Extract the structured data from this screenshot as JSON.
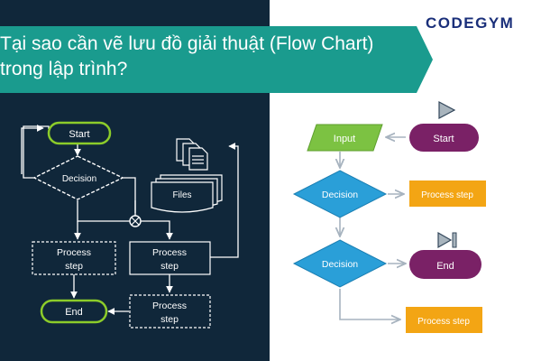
{
  "title": {
    "line1": "Tại sao cần vẽ lưu đồ giải thuật (Flow Chart)",
    "line2": "trong lập trình?"
  },
  "logo": {
    "text": "CODEGYM"
  },
  "left_diagram": {
    "start": "Start",
    "decision": "Decision",
    "files": "Files",
    "process_a": [
      "Process",
      "step"
    ],
    "process_b": [
      "Process",
      "step"
    ],
    "process_c": [
      "Process",
      "step"
    ],
    "end": "End"
  },
  "right_diagram": {
    "input": "Input",
    "start": "Start",
    "decision1": "Decision",
    "process1": "Process step",
    "decision2": "Decision",
    "end": "End",
    "process2": "Process step"
  },
  "colors": {
    "left_bg": "#10273a",
    "banner": "#1a9b8e",
    "left_start_stroke": "#8ccc2a",
    "input_green": "#7cc242",
    "decision_blue": "#2a9fd8",
    "process_orange": "#f3a514",
    "terminal_purple": "#7a2166",
    "logo": "#1a2f7a"
  }
}
